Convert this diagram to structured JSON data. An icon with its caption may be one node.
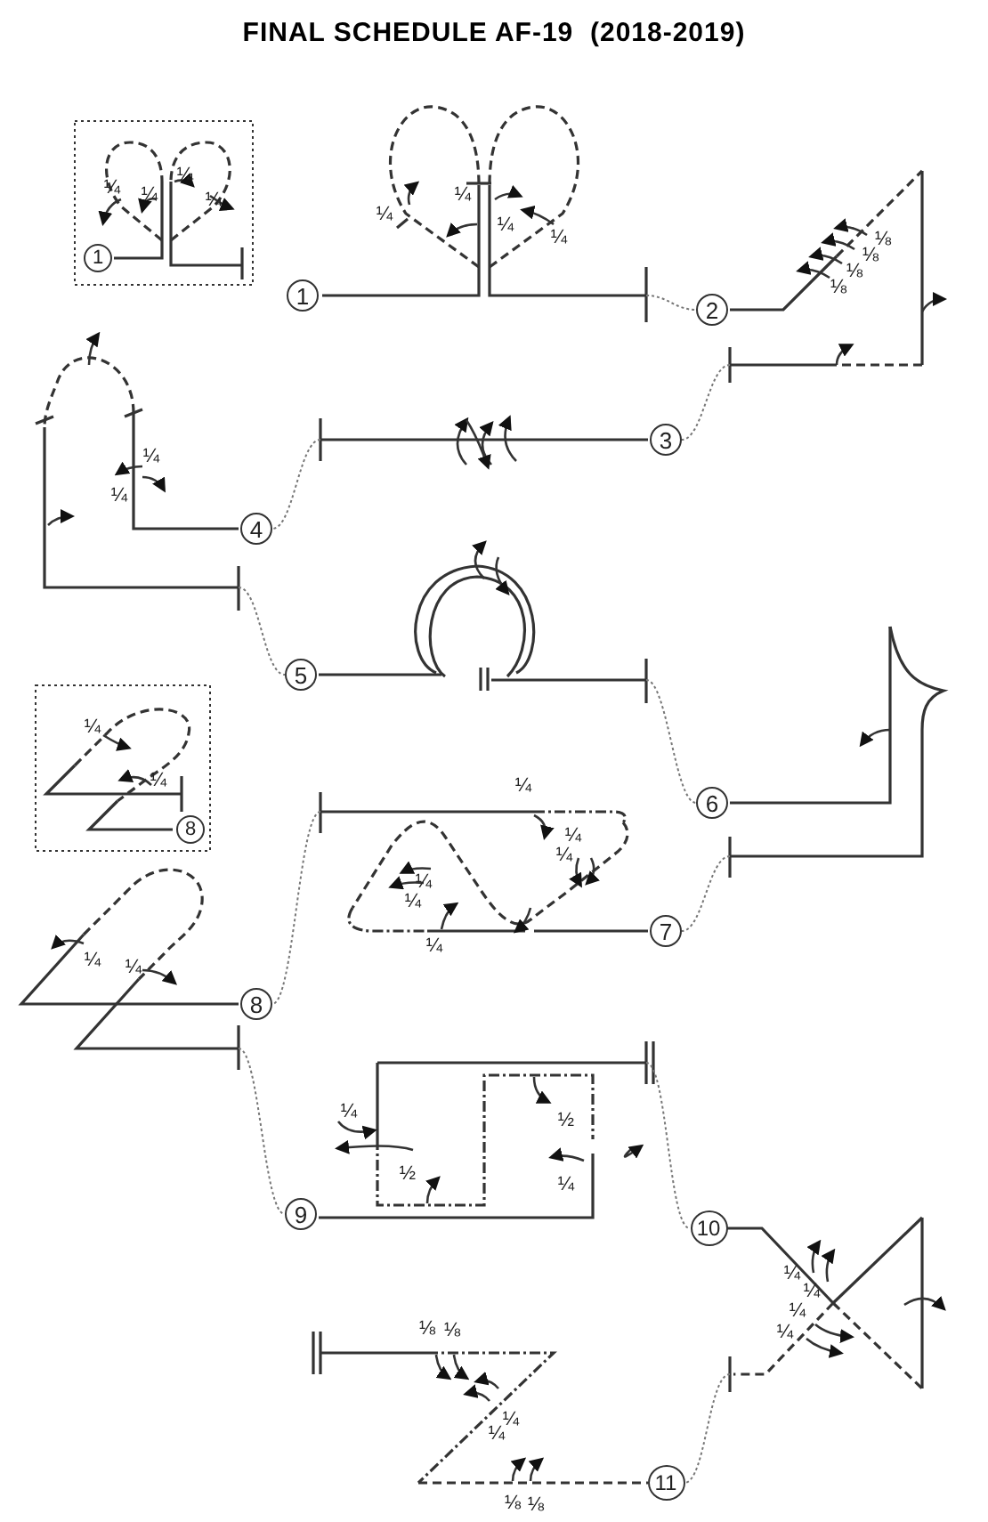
{
  "diagram": {
    "title": "FINAL SCHEDULE AF-19  (2018-2019)",
    "nodes": [
      {
        "text": [
          "1"
        ]
      },
      {
        "text": [
          "1"
        ]
      },
      {
        "text": [
          "2"
        ]
      },
      {
        "text": [
          "3"
        ]
      },
      {
        "text": [
          "4"
        ]
      },
      {
        "text": [
          "5"
        ]
      },
      {
        "text": [
          "8"
        ]
      },
      {
        "text": [
          "6"
        ]
      },
      {
        "text": [
          "7"
        ]
      },
      {
        "text": [
          "8"
        ]
      },
      {
        "text": [
          "9"
        ]
      },
      {
        "text": [
          "10"
        ]
      },
      {
        "text": [
          "11"
        ]
      }
    ],
    "edges": [
      {
        "from": 1,
        "to": 2,
        "arrow": "none"
      },
      {
        "from": 2,
        "to": 3,
        "arrow": "none"
      },
      {
        "from": 3,
        "to": 4,
        "arrow": "none"
      },
      {
        "from": 4,
        "to": 5,
        "arrow": "none"
      },
      {
        "from": 5,
        "to": 7,
        "arrow": "none"
      },
      {
        "from": 7,
        "to": 8,
        "arrow": "none"
      },
      {
        "from": 8,
        "to": 9,
        "arrow": "none"
      },
      {
        "from": 9,
        "to": 10,
        "arrow": "none"
      },
      {
        "from": 10,
        "to": 11,
        "arrow": "none"
      },
      {
        "from": 11,
        "to": 12,
        "arrow": "none"
      }
    ],
    "labels": [
      "¼",
      "¼",
      "¼",
      "¼",
      "¼",
      "¼",
      "¼",
      "¼",
      "⅛",
      "⅛",
      "⅛",
      "⅛",
      "¼",
      "¼",
      "¼",
      "¼",
      "¼",
      "¼",
      "¼",
      "¼",
      "¼",
      "¼",
      "¼",
      "¼",
      "¼",
      "½",
      "½",
      "¼",
      "¼",
      "¼",
      "¼",
      "⅛",
      "⅛",
      "¼",
      "¼",
      "¼",
      "⅛",
      "⅛"
    ]
  }
}
